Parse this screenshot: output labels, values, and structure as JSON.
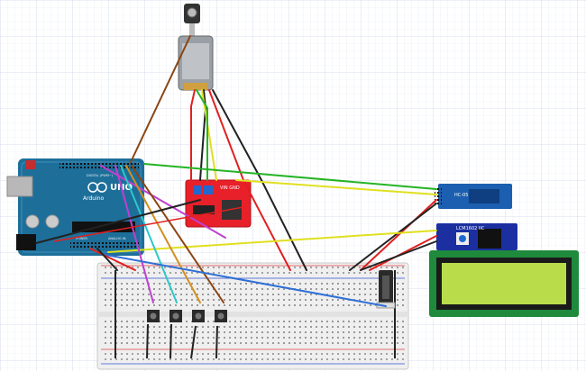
{
  "arduino": {
    "brand": "Arduino",
    "model": "UNO",
    "pwm_label": "DIGITAL (PWM~)",
    "power_label": "POWER",
    "analog_label": "ANALOG IN"
  },
  "motor_driver": {
    "label": "VIN GND"
  },
  "bluetooth": {
    "chip_label": "HC-05"
  },
  "lcd_backpack": {
    "label": "LCM1602 IIC"
  },
  "colors": {
    "arduino_board": "#1d6f9a",
    "motor_driver": "#e8202a",
    "bluetooth": "#1c5fb0",
    "lcd_backpack": "#1b2fa0",
    "lcd_screen": "#b9dc4a",
    "lcd_frame": "#1f8a3c",
    "breadboard": "#efefef",
    "grid": "#dde3ee"
  },
  "wires": [
    {
      "color": "#8b4513",
      "from": "motor",
      "to": "arduino"
    },
    {
      "color": "#e02020",
      "from": "motor",
      "to": "breadboard"
    },
    {
      "color": "#222222",
      "from": "motor",
      "to": "breadboard"
    },
    {
      "color": "#25b425",
      "from": "arduino",
      "to": "bluetooth"
    },
    {
      "color": "#e0e020",
      "from": "motor_driver",
      "to": "bluetooth"
    },
    {
      "color": "#e0e020",
      "from": "arduino",
      "to": "lcd_backpack"
    },
    {
      "color": "#2f6fd6",
      "from": "arduino",
      "to": "potentiometer"
    },
    {
      "color": "#c040d0",
      "from": "arduino",
      "to": "motor_driver"
    },
    {
      "color": "#2ec8c8",
      "from": "arduino",
      "to": "button"
    },
    {
      "color": "#d09020",
      "from": "arduino",
      "to": "button"
    }
  ]
}
